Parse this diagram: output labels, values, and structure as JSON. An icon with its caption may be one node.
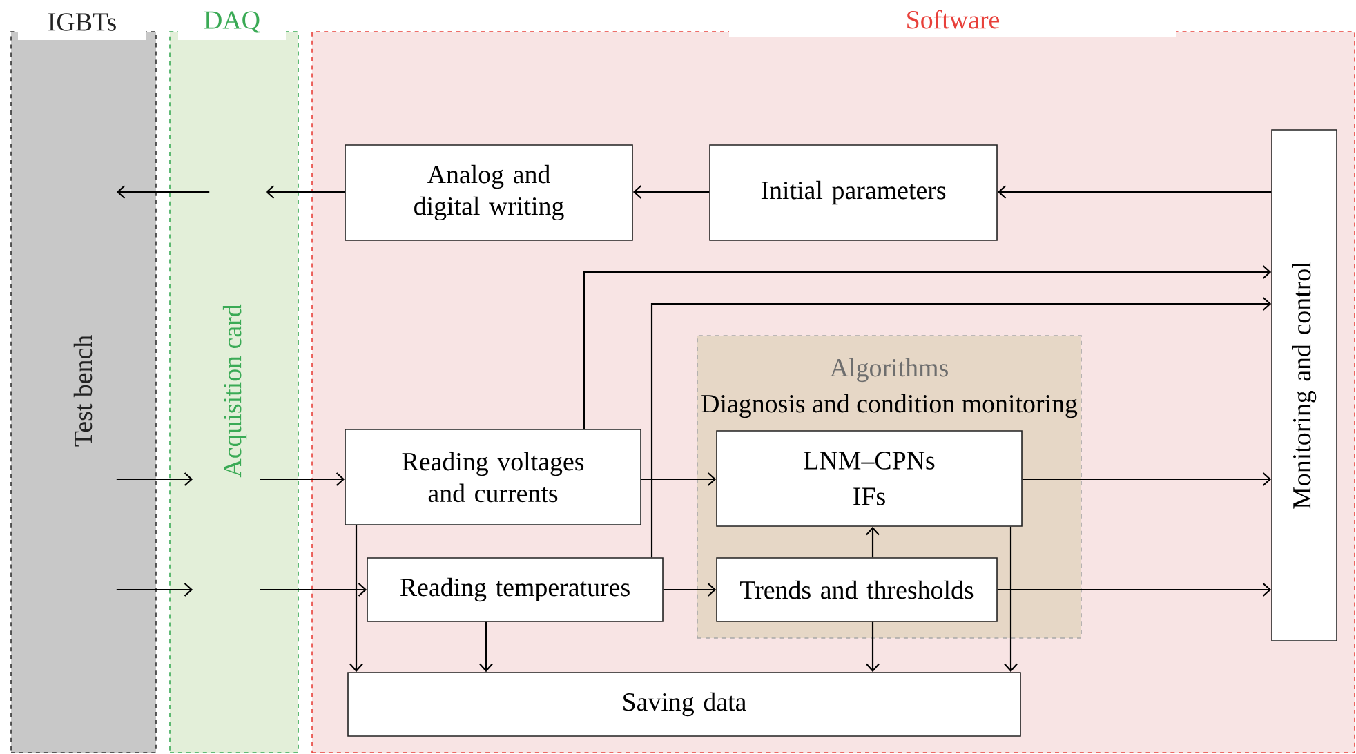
{
  "diagram": {
    "nodes": [
      {
        "text": [
          "IGBTs",
          "Test bench"
        ]
      },
      {
        "text": [
          "DAQ",
          "Acquisition card"
        ]
      },
      {
        "text": [
          "Software"
        ]
      },
      {
        "text": [
          "Analog and digital writing"
        ],
        "in": 2
      },
      {
        "text": [
          "Initial parameters"
        ],
        "in": 2
      },
      {
        "text": [
          "Monitoring and control"
        ],
        "in": 2
      },
      {
        "text": [
          "Algorithms",
          "Diagnosis and condition monitoring"
        ],
        "in": 2
      },
      {
        "text": [
          "Reading voltages and currents"
        ],
        "in": 2
      },
      {
        "text": [
          "Reading temperatures"
        ],
        "in": 2
      },
      {
        "text": [
          "LNM–CPNs",
          "IFs"
        ],
        "in": 6
      },
      {
        "text": [
          "Trends and thresholds"
        ],
        "in": 6
      },
      {
        "text": [
          "Saving data"
        ],
        "in": 2
      }
    ],
    "edges": [
      {
        "from": 3,
        "to": 1,
        "arrow": "to"
      },
      {
        "from": 1,
        "to": 0,
        "arrow": "to"
      },
      {
        "from": 4,
        "to": 3,
        "arrow": "to"
      },
      {
        "from": 5,
        "to": 4,
        "arrow": "to"
      },
      {
        "from": 7,
        "to": 5,
        "arrow": "to"
      },
      {
        "from": 8,
        "to": 5,
        "arrow": "to"
      },
      {
        "from": 0,
        "to": 1,
        "arrow": "to"
      },
      {
        "from": 1,
        "to": 7,
        "arrow": "to"
      },
      {
        "from": 0,
        "to": 1,
        "arrow": "to"
      },
      {
        "from": 1,
        "to": 8,
        "arrow": "to"
      },
      {
        "from": 7,
        "to": 9,
        "arrow": "to"
      },
      {
        "from": 8,
        "to": 10,
        "arrow": "to"
      },
      {
        "from": 9,
        "to": 5,
        "arrow": "to"
      },
      {
        "from": 10,
        "to": 5,
        "arrow": "to"
      },
      {
        "from": 10,
        "to": 9,
        "arrow": "to"
      },
      {
        "from": 9,
        "to": 11,
        "arrow": "to"
      },
      {
        "from": 10,
        "to": 11,
        "arrow": "to"
      },
      {
        "from": 8,
        "to": 11,
        "arrow": "to"
      },
      {
        "from": 7,
        "to": 11,
        "arrow": "to"
      }
    ]
  }
}
